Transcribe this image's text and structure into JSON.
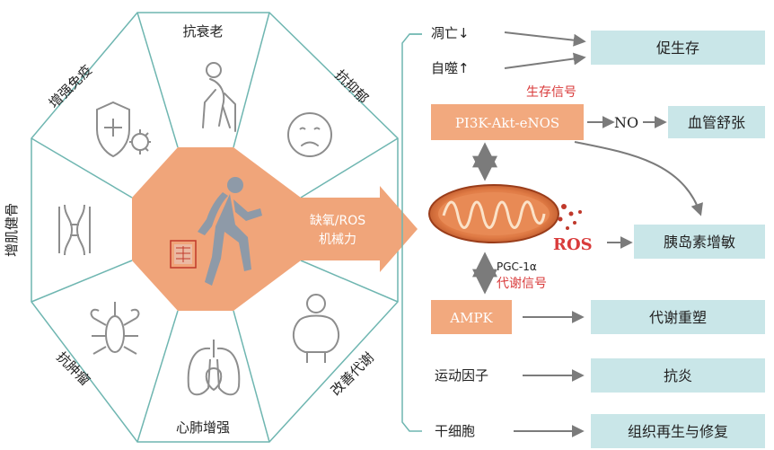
{
  "colors": {
    "teal_line": "#6fb6b1",
    "orange": "#f0a57a",
    "orange_box": "#f2a97e",
    "teal_box": "#c9e6e8",
    "red": "#d93b3b",
    "arrow_gray": "#7b7b7b",
    "icon_gray": "#8d8d8d"
  },
  "octagon": {
    "segments": [
      "抗衰老",
      "抗抑郁",
      "改善代谢",
      "心肺增强",
      "抗肿瘤",
      "增肌健骨",
      "增强免疫"
    ],
    "stamp_text": "健康\n运动"
  },
  "center_arrow": {
    "line1": "缺氧/ROS",
    "line2": "机械力"
  },
  "top_items": {
    "apoptosis": "凋亡↓",
    "autophagy": "自噬↑",
    "result": "促生存"
  },
  "survival_signal": {
    "label": "生存信号",
    "pathway": "PI3K-Akt-eNOS",
    "no": "NO",
    "vascular": "血管舒张"
  },
  "mito": {
    "ros": "ROS",
    "insulin": "胰岛素增敏"
  },
  "metabolic_signal": {
    "pgc": "PGC-1α",
    "label": "代谢信号",
    "ampk": "AMPK",
    "result": "代谢重塑"
  },
  "exercise_factor": {
    "label": "运动因子",
    "result": "抗炎"
  },
  "stem_cell": {
    "label": "干细胞",
    "result": "组织再生与修复"
  }
}
